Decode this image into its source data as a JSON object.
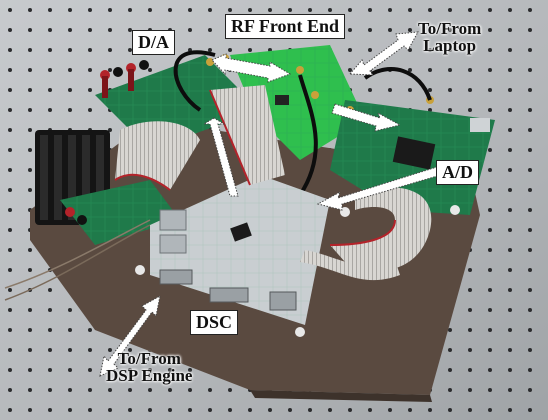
{
  "labels": {
    "da": "D/A",
    "rf_front_end": "RF Front End",
    "laptop_line1": "To/From",
    "laptop_line2": "Laptop",
    "ad": "A/D",
    "dsc": "DSC",
    "dsp_line1": "To/From",
    "dsp_line2": "DSP Engine"
  },
  "colors": {
    "table": "#b9bcbf",
    "table_hole": "#2a2b2d",
    "baseplate": "#5a4a40",
    "pcb_green": "#1f7a4a",
    "pcb_bright_green": "#2fbf4e",
    "dsc_board": "#c9ced1",
    "ribbon_cable": "#d8d6d2",
    "ribbon_red_stripe": "#b3232a",
    "heatsink": "#141414",
    "arrow_fill": "#ffffff"
  }
}
